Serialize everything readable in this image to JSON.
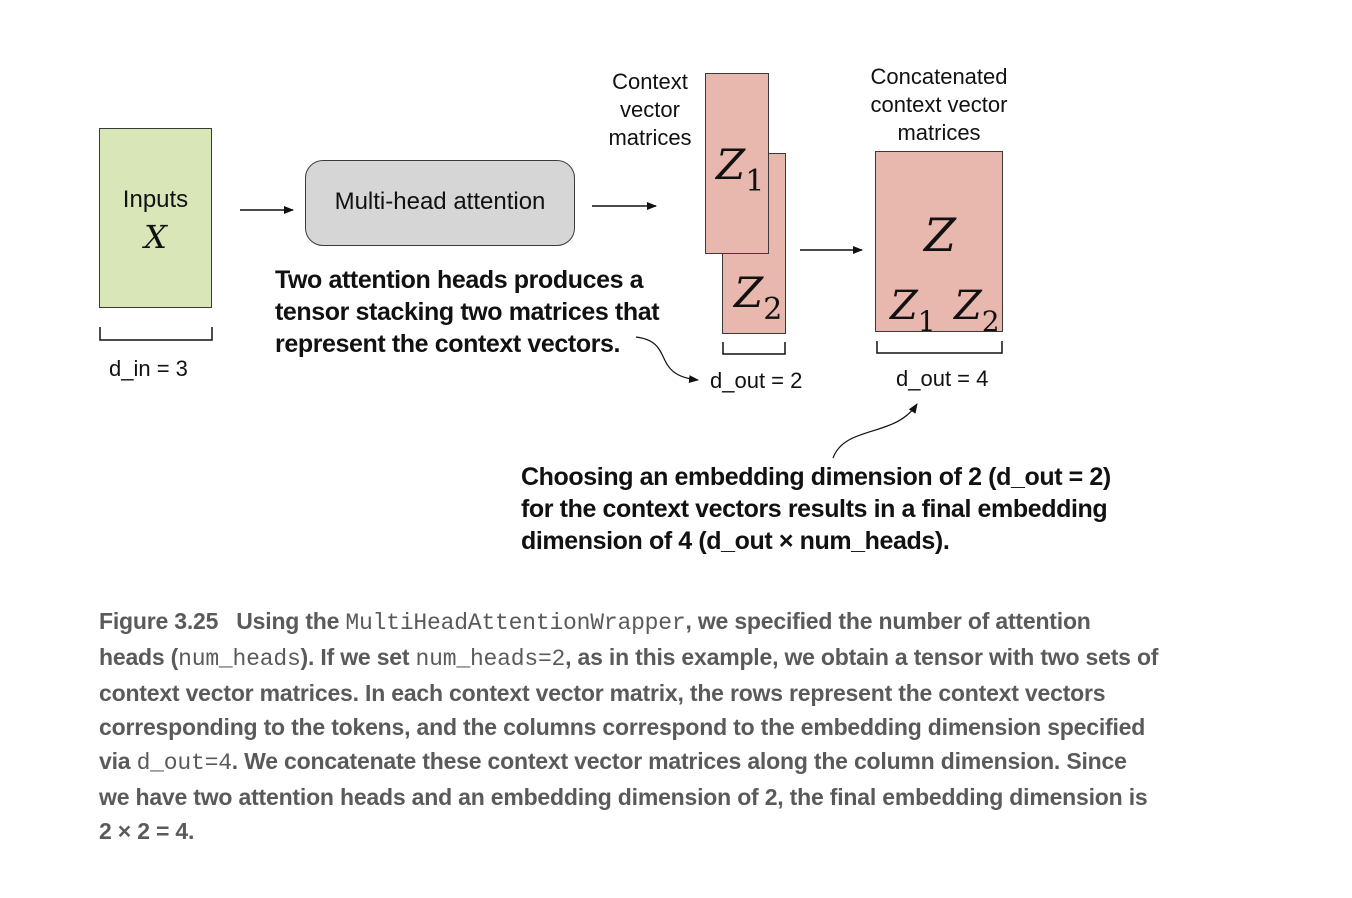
{
  "inputs": {
    "label": "Inputs",
    "variable": "X",
    "dim_label": "d_in = 3"
  },
  "mha": {
    "label": "Multi-head attention"
  },
  "context_matrices": {
    "label": [
      "Context",
      "vector",
      "matrices"
    ],
    "z": "Z",
    "z1_sub": "1",
    "z2_sub": "2",
    "dim_label": "d_out = 2"
  },
  "concatenated": {
    "label": [
      "Concatenated",
      "context vector",
      "matrices"
    ],
    "z": "Z",
    "z1_sub": "1",
    "z2_sub": "2",
    "dim_label": "d_out = 4"
  },
  "note_heads": [
    "Two attention heads produces a",
    "tensor stacking two matrices that",
    "represent the context vectors."
  ],
  "note_dims": [
    "Choosing an embedding dimension of 2 (d_out = 2)",
    "for the context vectors results in a final embedding",
    "dimension of 4 (d_out × num_heads)."
  ],
  "caption": {
    "number": "Figure 3.25",
    "t1": "Using the ",
    "c1": "MultiHeadAttentionWrapper",
    "t2": ", we specified the number of attention heads (",
    "c2": "num_heads",
    "t3": "). If we set ",
    "c3": "num_heads=2",
    "t4": ", as in this example, we obtain a tensor with two sets of context vector matrices. In each context vector matrix, the rows represent the context vectors corresponding to the tokens, and the columns correspond to the embedding dimension specified via ",
    "c4": "d_out=4",
    "t5": ". We concatenate these context vector matrices along the column dimension. Since we have two attention heads and an embedding dimension of 2, the final embedding dimension is 2 × 2 = 4."
  }
}
